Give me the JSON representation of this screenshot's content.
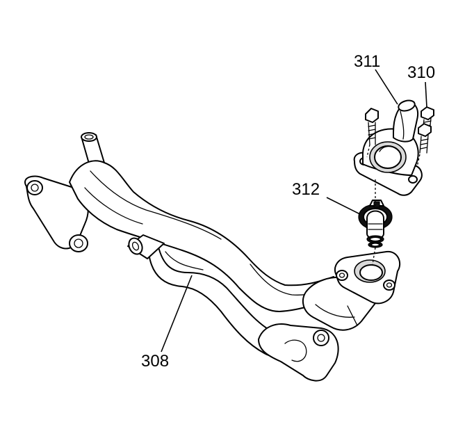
{
  "callouts": {
    "c308": "308",
    "c310": "310",
    "c311": "311",
    "c312": "312"
  }
}
